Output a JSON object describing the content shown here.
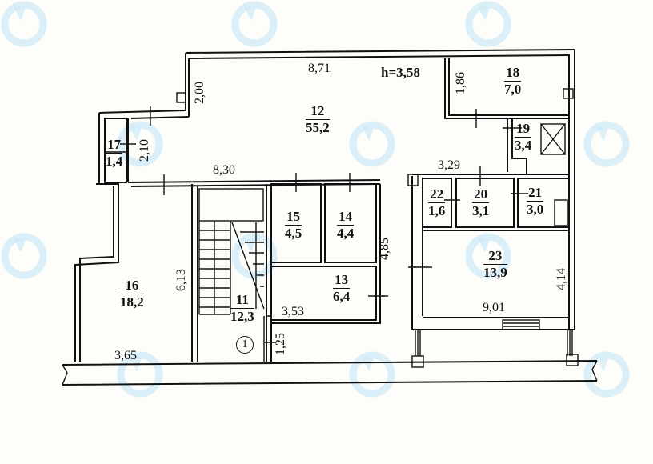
{
  "plan": {
    "ceiling_height_label": "h=3,58",
    "entrance_marker": "1",
    "rooms": [
      {
        "number": "11",
        "area": "12,3"
      },
      {
        "number": "12",
        "area": "55,2"
      },
      {
        "number": "13",
        "area": "6,4"
      },
      {
        "number": "14",
        "area": "4,4"
      },
      {
        "number": "15",
        "area": "4,5"
      },
      {
        "number": "16",
        "area": "18,2"
      },
      {
        "number": "17",
        "area": "1,4"
      },
      {
        "number": "18",
        "area": "7,0"
      },
      {
        "number": "19",
        "area": "3,4"
      },
      {
        "number": "20",
        "area": "3,1"
      },
      {
        "number": "21",
        "area": "3,0"
      },
      {
        "number": "22",
        "area": "1,6"
      },
      {
        "number": "23",
        "area": "13,9"
      }
    ],
    "dimensions": {
      "top_width": "8,71",
      "left_step": "2,00",
      "wc_height": "2,10",
      "mid_width": "8,30",
      "room18_height": "1,86",
      "corridor_width": "3,29",
      "stair_height": "6,13",
      "block_height": "4,85",
      "room13_width": "3,53",
      "entry_depth": "1,25",
      "room16_width": "3,65",
      "room23_height": "4,14",
      "room23_width": "9,01"
    }
  },
  "colors": {
    "line": "#111111",
    "background": "#fdfdf9",
    "watermark": "#cfe9f7"
  }
}
